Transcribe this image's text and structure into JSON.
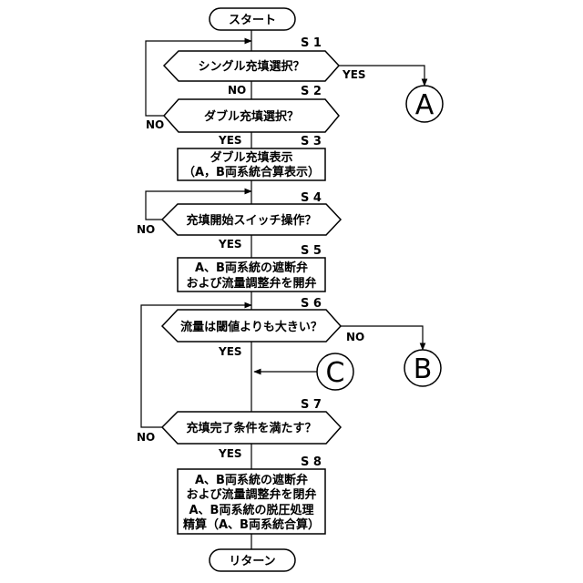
{
  "terminals": {
    "start": "スタート",
    "end": "リターン"
  },
  "steps": {
    "s1": "S 1",
    "s2": "S 2",
    "s3": "S 3",
    "s4": "S 4",
    "s5": "S 5",
    "s6": "S 6",
    "s7": "S 7",
    "s8": "S 8"
  },
  "decisions": {
    "single_fill": "シングル充填選択？",
    "double_fill": "ダブル充填選択？",
    "fill_switch": "充填開始スイッチ操作？",
    "flow_threshold": "流量は閾値よりも大きい？",
    "fill_complete": "充填完了条件を満たす？"
  },
  "processes": {
    "s3_line1": "ダブル充填表示",
    "s3_line2": "（A，B両系統合算表示）",
    "s5_line1": "A、B両系統の遮断弁",
    "s5_line2": "および流量調整弁を開弁",
    "s8_line1": "A、B両系統の遮断弁",
    "s8_line2": "および流量調整弁を閉弁",
    "s8_line3": "A、B両系統の脱圧処理",
    "s8_line4": "精算（A、B両系統合算）"
  },
  "branch_labels": {
    "yes": "YES",
    "no": "NO"
  },
  "connectors": {
    "a": "A",
    "b": "B",
    "c": "C"
  }
}
